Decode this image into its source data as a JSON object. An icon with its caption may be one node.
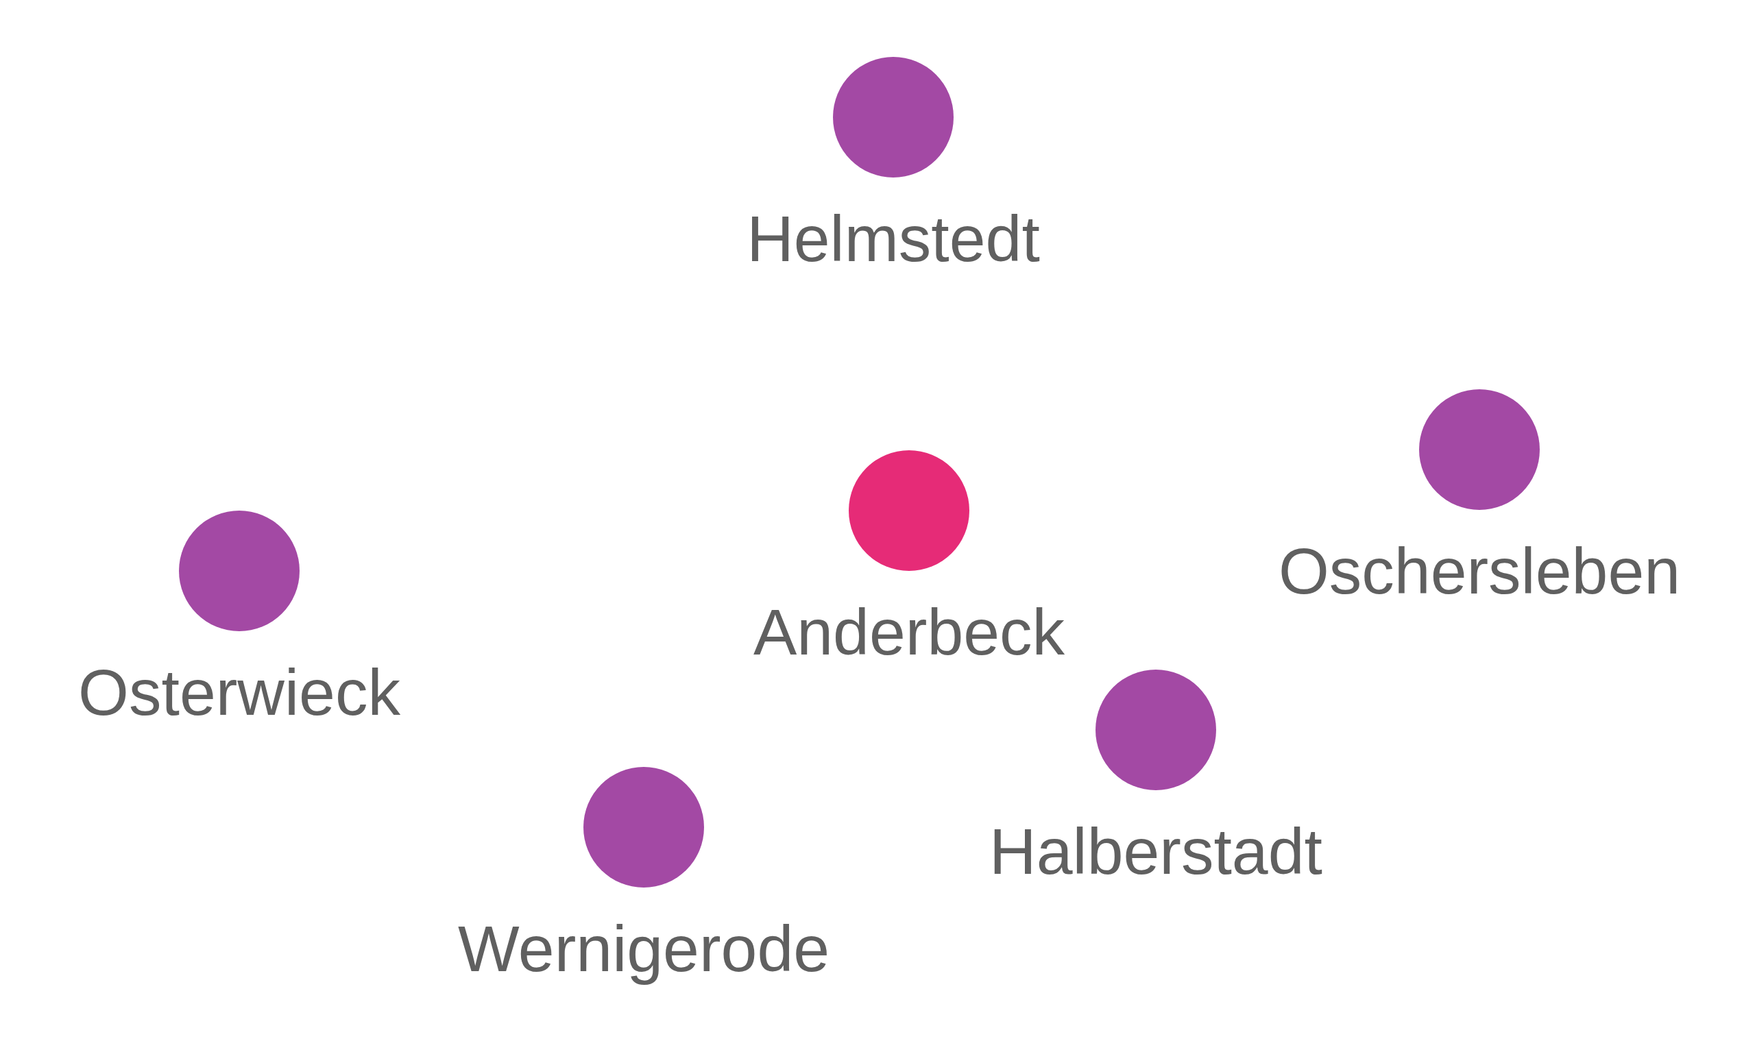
{
  "diagram": {
    "nodes": [
      {
        "text": [],
        "shape": "circle",
        "beside": [
          "Helmstedt"
        ]
      },
      {
        "text": [],
        "shape": "circle",
        "beside": [
          "Oschersleben"
        ]
      },
      {
        "text": [],
        "shape": "circle",
        "beside": [
          "Anderbeck"
        ]
      },
      {
        "text": [],
        "shape": "circle",
        "beside": [
          "Osterwieck"
        ]
      },
      {
        "text": [],
        "shape": "circle",
        "beside": [
          "Halberstadt"
        ]
      },
      {
        "text": [],
        "shape": "circle",
        "beside": [
          "Wernigerode"
        ]
      }
    ]
  }
}
